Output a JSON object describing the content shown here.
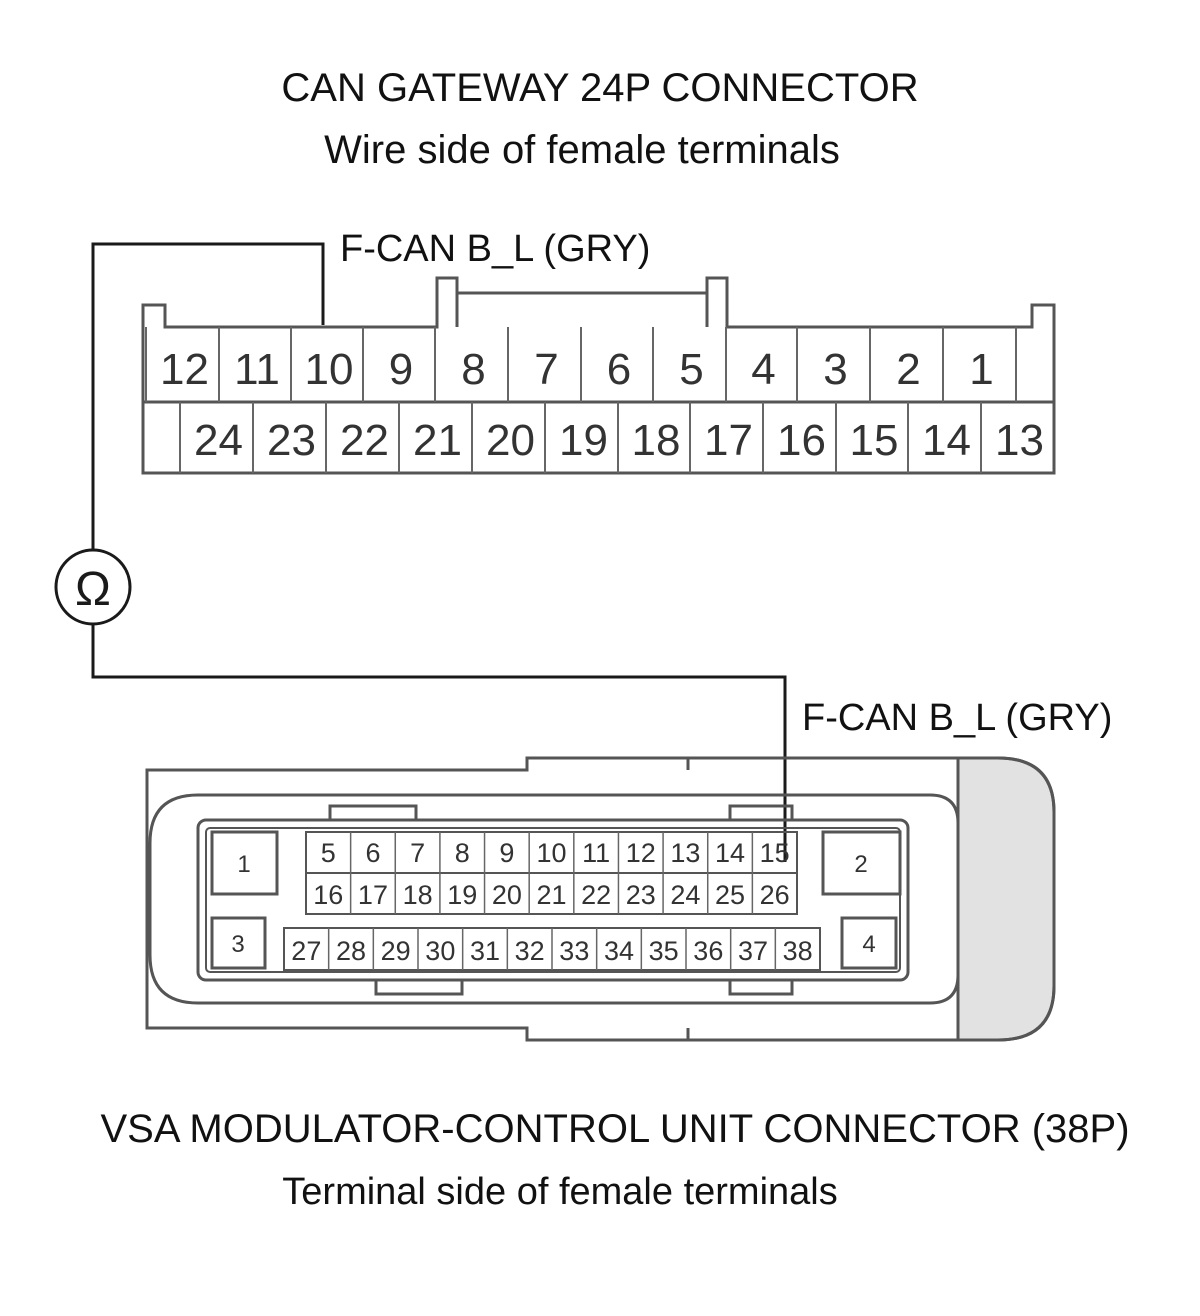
{
  "gateway": {
    "title": "CAN GATEWAY 24P CONNECTOR",
    "subtitle": "Wire side of female terminals",
    "wire_label": "F-CAN B_L (GRY)",
    "row_top": [
      "12",
      "11",
      "10",
      "9",
      "8",
      "7",
      "6",
      "5",
      "4",
      "3",
      "2",
      "1"
    ],
    "row_bottom": [
      "24",
      "23",
      "22",
      "21",
      "20",
      "19",
      "18",
      "17",
      "16",
      "15",
      "14",
      "13"
    ],
    "probe_pin": "10"
  },
  "meter": {
    "symbol": "Ω",
    "icon": "ohmmeter-icon"
  },
  "vsa": {
    "wire_label": "F-CAN B_L (GRY)",
    "title": "VSA MODULATOR-CONTROL UNIT CONNECTOR (38P)",
    "subtitle": "Terminal side of female terminals",
    "pin_1": "1",
    "pin_2": "2",
    "pin_3": "3",
    "pin_4": "4",
    "row_a": [
      "5",
      "6",
      "7",
      "8",
      "9",
      "10",
      "11",
      "12",
      "13",
      "14",
      "15"
    ],
    "row_b": [
      "16",
      "17",
      "18",
      "19",
      "20",
      "21",
      "22",
      "23",
      "24",
      "25",
      "26"
    ],
    "row_c": [
      "27",
      "28",
      "29",
      "30",
      "31",
      "32",
      "33",
      "34",
      "35",
      "36",
      "37",
      "38"
    ],
    "probe_pin": "15"
  },
  "colors": {
    "line": "#1a1a1a",
    "housing": "#555555",
    "shade": "#e2e2e2"
  }
}
